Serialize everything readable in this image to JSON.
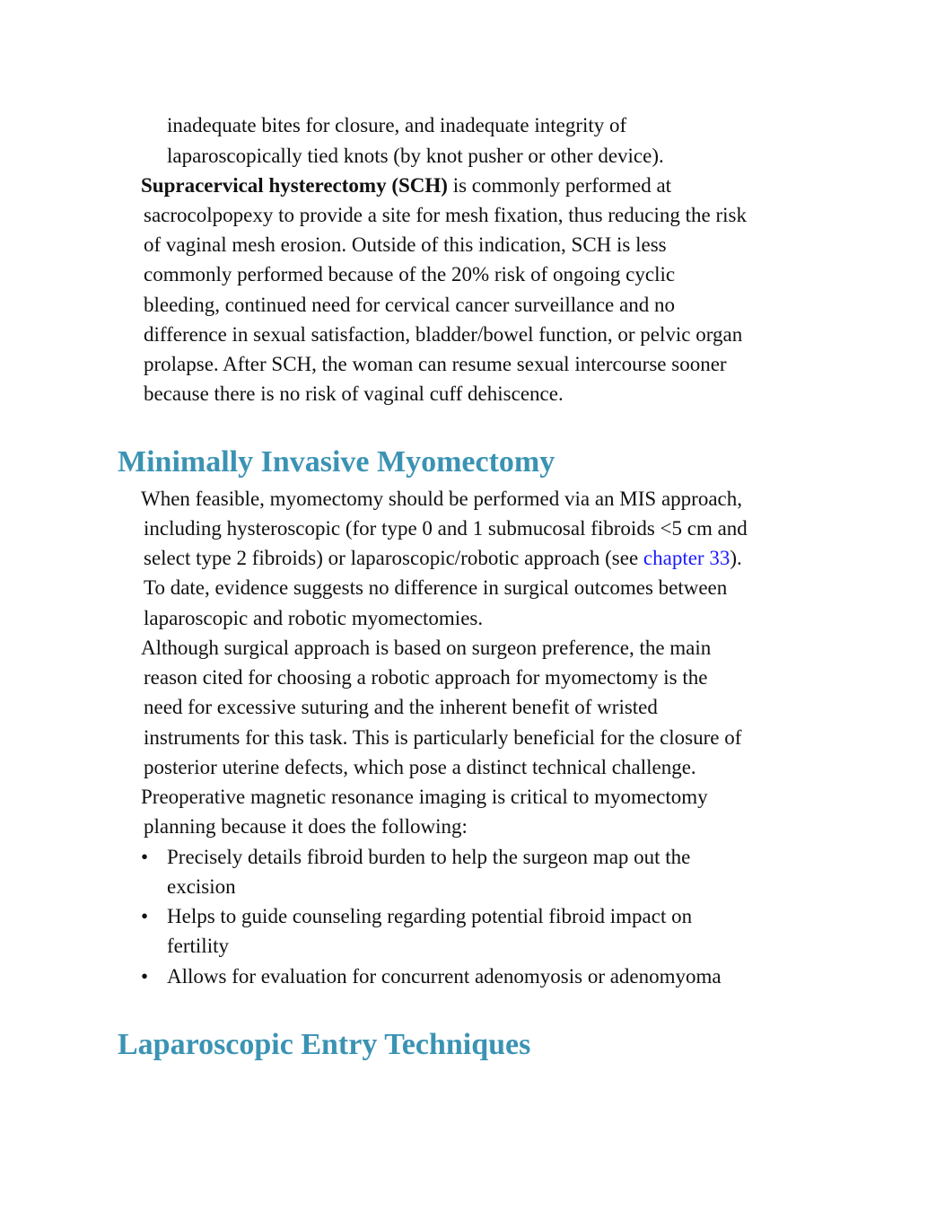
{
  "continuation": {
    "lines": [
      "inadequate bites for closure, and inadequate integrity of",
      "laparoscopically tied knots (by knot pusher or other device)."
    ]
  },
  "sch": {
    "bold_term": "Supracervical hysterectomy (SCH)",
    "first_line_rest": " is commonly performed at",
    "lines": [
      "sacrocolpopexy to provide a site for mesh fixation, thus reducing the risk",
      "of vaginal mesh erosion. Outside of this indication, SCH is less",
      "commonly performed because of the 20% risk of ongoing cyclic",
      "bleeding, continued need for cervical cancer surveillance and no",
      "difference in sexual satisfaction, bladder/bowel function, or pelvic organ",
      "prolapse. After SCH, the woman can resume sexual intercourse sooner",
      "because there is no risk of vaginal cuff dehiscence."
    ]
  },
  "section1": {
    "heading": "Minimally Invasive Myomectomy",
    "p1": {
      "line1": "When feasible, myomectomy should be performed via an MIS approach,",
      "line2": "including hysteroscopic (for type 0 and 1 submucosal fibroids <5 cm and",
      "line3_pre": "select type 2 fibroids) or laparoscopic/robotic approach (see ",
      "line3_link": "chapter 33",
      "line3_post": ").",
      "line4": "To date, evidence suggests no difference in surgical outcomes between",
      "line5": "laparoscopic and robotic myomectomies."
    },
    "p2": {
      "lines": [
        "Although surgical approach is based on surgeon preference, the main",
        "reason cited for choosing a robotic approach for myomectomy is the",
        "need for excessive suturing and the inherent benefit of wristed",
        "instruments for this task. This is particularly beneficial for the closure of",
        "posterior uterine defects, which pose a distinct technical challenge."
      ]
    },
    "p3": {
      "lines": [
        "Preoperative magnetic resonance imaging is critical to myomectomy",
        "planning because it does the following:"
      ]
    },
    "bullet_char": "•",
    "bullets": [
      {
        "lines": [
          "Precisely details fibroid burden to help the surgeon map out the",
          "excision"
        ]
      },
      {
        "lines": [
          "Helps to guide counseling regarding potential fibroid impact on",
          "fertility"
        ]
      },
      {
        "lines": [
          "Allows for evaluation for concurrent adenomyosis or adenomyoma"
        ]
      }
    ]
  },
  "section2": {
    "heading": "Laparoscopic Entry Techniques"
  },
  "colors": {
    "heading": "#3b93b3",
    "link": "#1a1aff",
    "text": "#111111"
  }
}
